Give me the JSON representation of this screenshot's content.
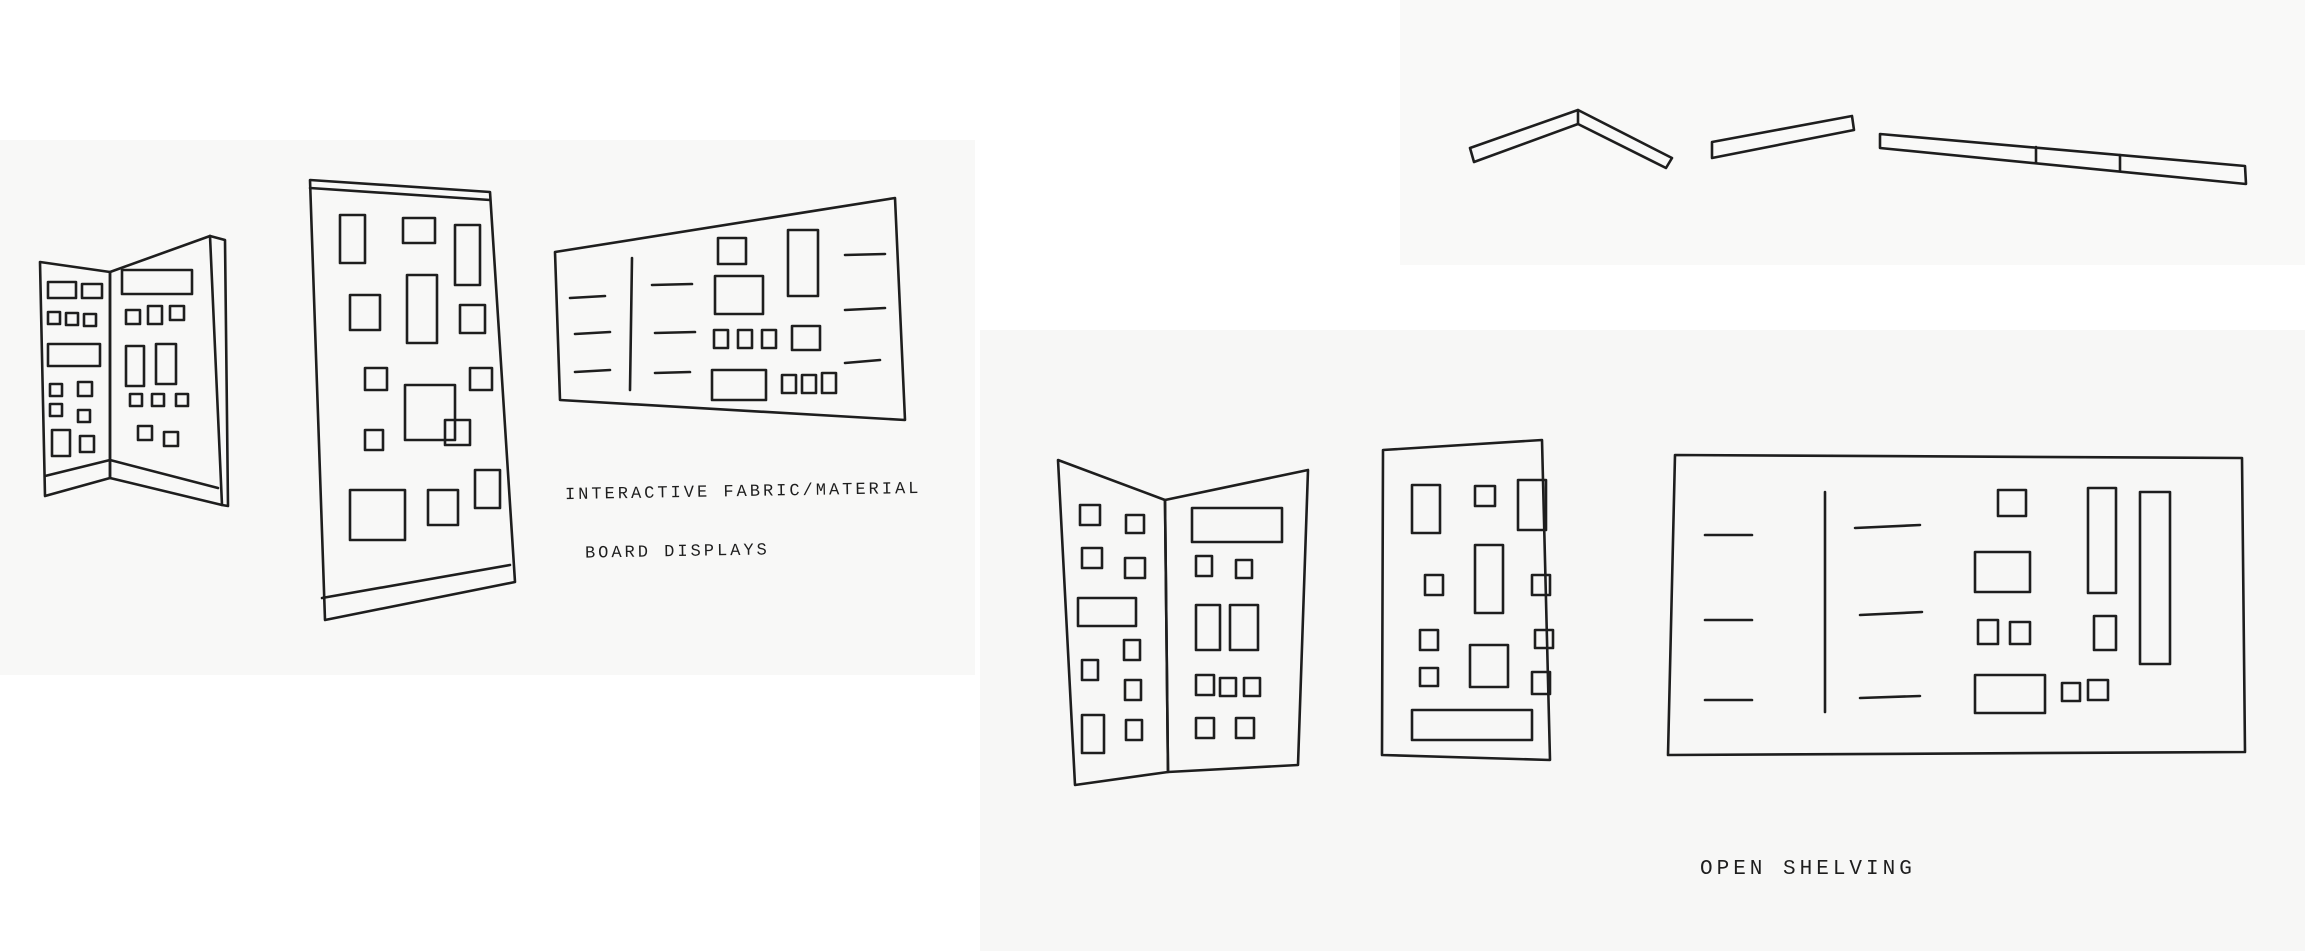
{
  "labels": {
    "fabric_line1": "INTERACTIVE FABRIC/MATERIAL",
    "fabric_line2": "BOARD DISPLAYS",
    "shelving": "OPEN SHELVING"
  },
  "colors": {
    "ink": "#1e1e1e",
    "paper": "#ffffff"
  }
}
